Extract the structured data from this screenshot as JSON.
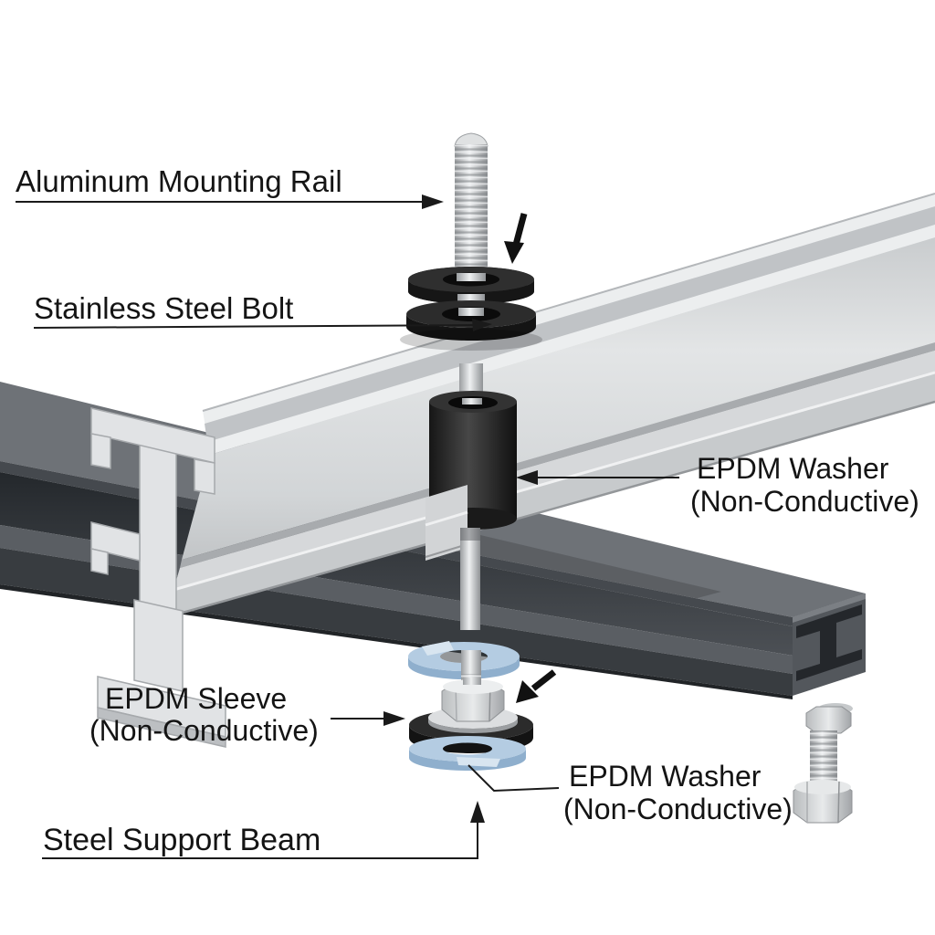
{
  "figure": {
    "type": "technical-illustration",
    "background": "#ffffff",
    "text_color": "#141414"
  },
  "labels": {
    "rail": {
      "text": "Aluminum Mounting Rail"
    },
    "bolt": {
      "text": "Stainless Steel Bolt"
    },
    "washer_upper": {
      "line1": "EPDM Washer",
      "line2": "(Non-Conductive)"
    },
    "sleeve": {
      "line1": "EPDM Sleeve",
      "line2": "(Non-Conductive)"
    },
    "washer_lower": {
      "line1": "EPDM Washer",
      "line2": "(Non-Conductive)"
    },
    "beam": {
      "text": "Steel Support Beam"
    }
  },
  "colors": {
    "aluminum_light": "#e8eaeb",
    "aluminum_mid": "#d3d6d8",
    "aluminum_dark": "#aeb1b4",
    "steel_top": "#6b6f74",
    "steel_web": "#33373c",
    "steel_dark": "#24272b",
    "epdm_black": "#222222",
    "epdm_blue": "#aac4de",
    "bolt_silver": "#c9cccf"
  }
}
